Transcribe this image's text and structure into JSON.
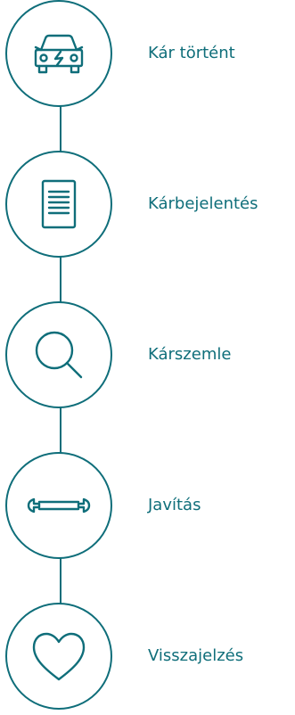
{
  "accent_color": "#0f6e7a",
  "steps": [
    {
      "label": "Kár történt",
      "icon": "car-icon"
    },
    {
      "label": "Kárbejelentés",
      "icon": "document-icon"
    },
    {
      "label": "Kárszemle",
      "icon": "magnifier-icon"
    },
    {
      "label": "Javítás",
      "icon": "wrench-icon"
    },
    {
      "label": "Visszajelzés",
      "icon": "heart-icon"
    }
  ]
}
